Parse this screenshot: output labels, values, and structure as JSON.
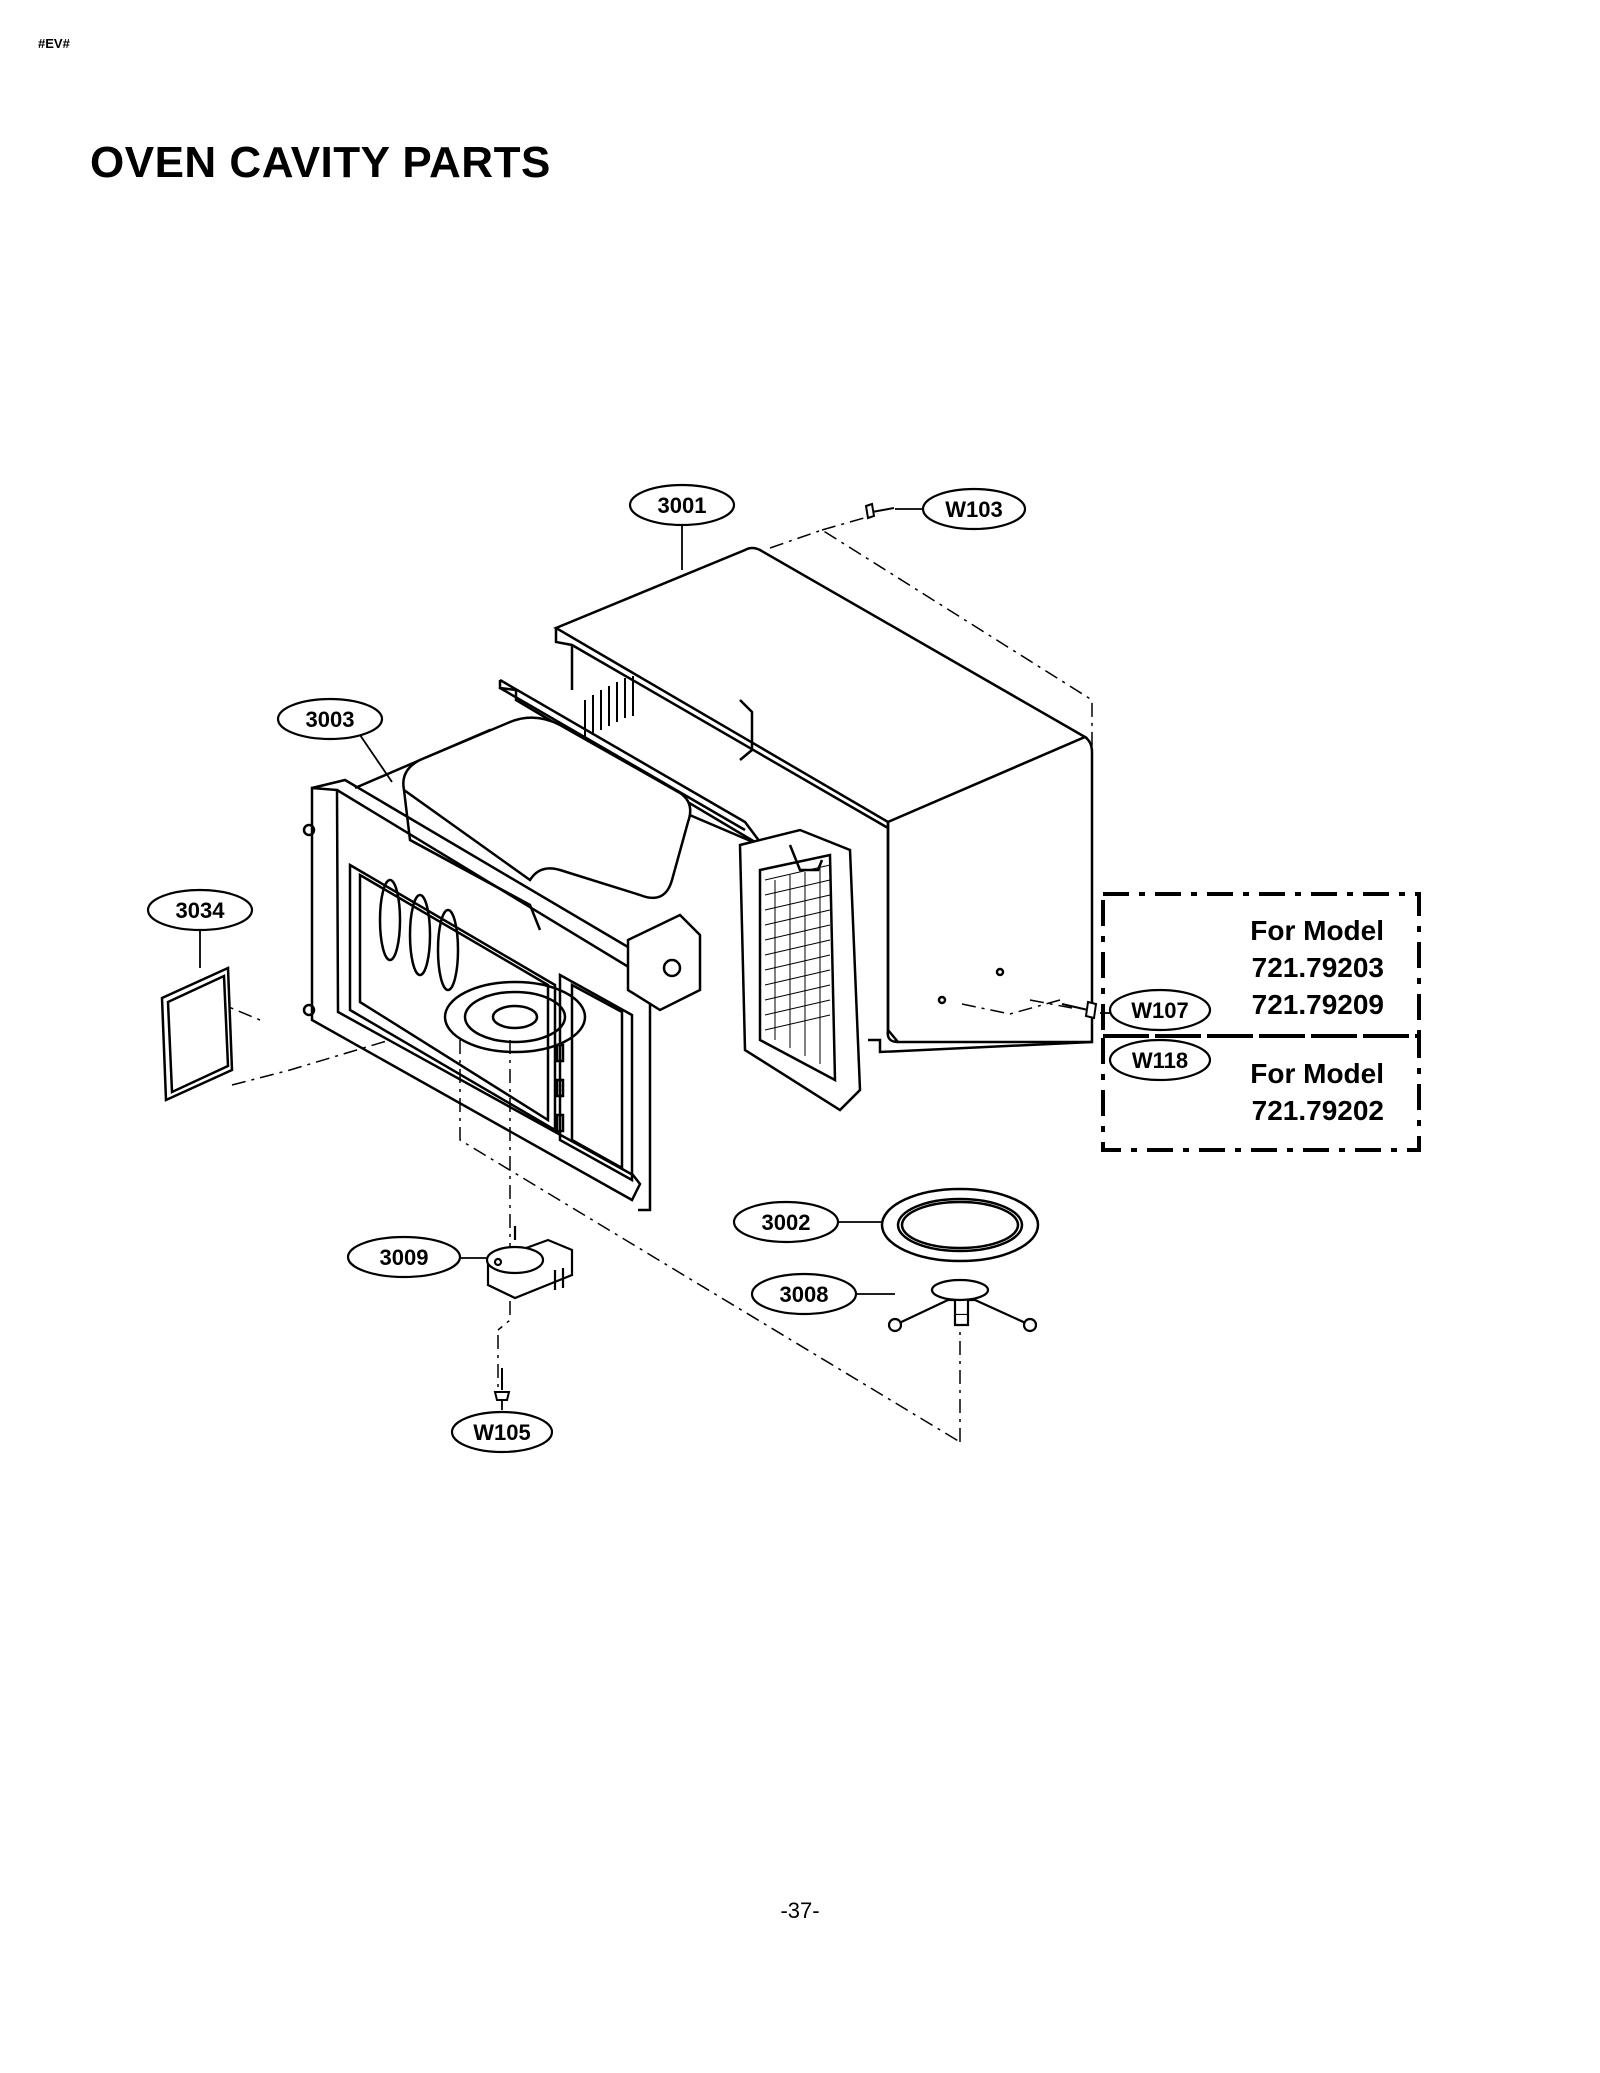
{
  "header": {
    "tag": "#EV#",
    "title": "OVEN CAVITY PARTS"
  },
  "callouts": {
    "p3001": "3001",
    "w103": "W103",
    "p3003": "3003",
    "p3034": "3034",
    "w107": "W107",
    "w118": "W118",
    "p3002": "3002",
    "p3008": "3008",
    "p3009": "3009",
    "w105": "W105"
  },
  "model_boxes": {
    "box1": {
      "line1": "For Model",
      "line2": "721.79203",
      "line3": "721.79209"
    },
    "box2": {
      "line1": "For Model",
      "line2": "721.79202"
    }
  },
  "footer": {
    "page_number": "-37-"
  }
}
